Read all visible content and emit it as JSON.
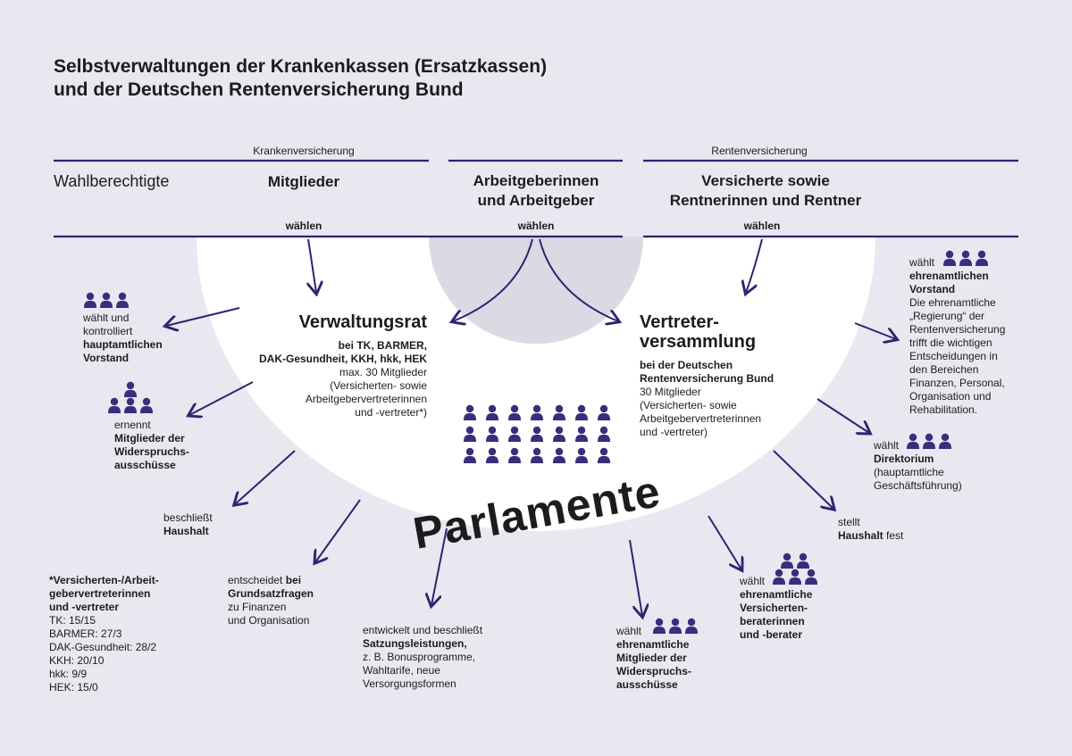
{
  "title": {
    "line1": "Selbstverwaltungen der Krankenkassen (Ersatzkassen)",
    "line2": "und der Deutschen Rentenversicherung Bund"
  },
  "header": {
    "kv": "Krankenversicherung",
    "rv": "Rentenversicherung",
    "wahlberechtigte": "Wahlberechtigte",
    "mitglieder": "Mitglieder",
    "ag_l1": "Arbeitgeberinnen",
    "ag_l2": "und Arbeitgeber",
    "vers_l1": "Versicherte sowie",
    "vers_l2": "Rentnerinnen und Rentner",
    "waehlen": "wählen"
  },
  "verwaltungsrat": {
    "title": "Verwaltungsrat",
    "l1": "bei TK, BARMER,",
    "l2": "DAK-Gesundheit, KKH, hkk, HEK",
    "l3": "max. 30 Mitglieder",
    "l4": "(Versicherten- sowie",
    "l5": "Arbeitgebervertreterinnen",
    "l6": "und -vertreter*)"
  },
  "vertreter": {
    "title_l1": "Vertreter-",
    "title_l2": "versammlung",
    "l1": "bei der Deutschen",
    "l2": "Rentenversicherung Bund",
    "l3": "30 Mitglieder",
    "l4": "(Versicherten- sowie",
    "l5": "Arbeitgebervertreterinnen",
    "l6": "und -vertreter)"
  },
  "parlamente": "Parlamente",
  "left": {
    "a_l1": "wählt und",
    "a_l2": "kontrolliert",
    "a_l3": "hauptamtlichen",
    "a_l4": "Vorstand",
    "b_l1": "ernennt",
    "b_l2": "Mitglieder der",
    "b_l3": "Widerspruchs-",
    "b_l4": "ausschüsse",
    "c_l1": "beschließt",
    "c_l2": "Haushalt",
    "d_l1": "entscheidet",
    "d_l1b": "bei",
    "d_l2": "Grundsatzfragen",
    "d_l3": "zu Finanzen",
    "d_l4": "und Organisation",
    "e_l1": "entwickelt und beschließt",
    "e_l2": "Satzungsleistungen,",
    "e_l3": "z. B. Bonusprogramme,",
    "e_l4": "Wahltarife, neue",
    "e_l5": "Versorgungsformen"
  },
  "footnote": {
    "l1": "*Versicherten-/Arbeit-",
    "l2": "gebervertreterinnen",
    "l3": "und -vertreter",
    "rows": [
      "TK: 15/15",
      "BARMER: 27/3",
      "DAK-Gesundheit: 28/2",
      "KKH: 20/10",
      "hkk: 9/9",
      "HEK: 15/0"
    ]
  },
  "right": {
    "a_l1": "wählt",
    "a_l2": "ehrenamtlichen",
    "a_l3": "Vorstand",
    "a_l4": "Die ehrenamtliche",
    "a_l5": "„Regierung“ der",
    "a_l6": "Rentenversicherung",
    "a_l7": "trifft die wichtigen",
    "a_l8": "Entscheidungen in",
    "a_l9": "den Bereichen",
    "a_l10": "Finanzen, Personal,",
    "a_l11": "Organisation und",
    "a_l12": "Rehabilitation.",
    "b_l1": "wählt",
    "b_l2": "Direktorium",
    "b_l3": "(hauptamtliche",
    "b_l4": "Geschäftsführung)",
    "c_l1": "stellt",
    "c_l2": "Haushalt",
    "c_l2b": "fest",
    "d_l1": "wählt",
    "d_l2": "ehrenamtliche",
    "d_l3": "Versicherten-",
    "d_l4": "beraterinnen",
    "d_l5": "und -berater",
    "e_l1": "wählt",
    "e_l2": "ehrenamtliche",
    "e_l3": "Mitglieder der",
    "e_l4": "Widerspruchs-",
    "e_l5": "ausschüsse"
  },
  "colors": {
    "accent": "#2e2470",
    "background": "#e9e7f0",
    "arc": "#ffffff",
    "inner": "#dcd9e4"
  }
}
